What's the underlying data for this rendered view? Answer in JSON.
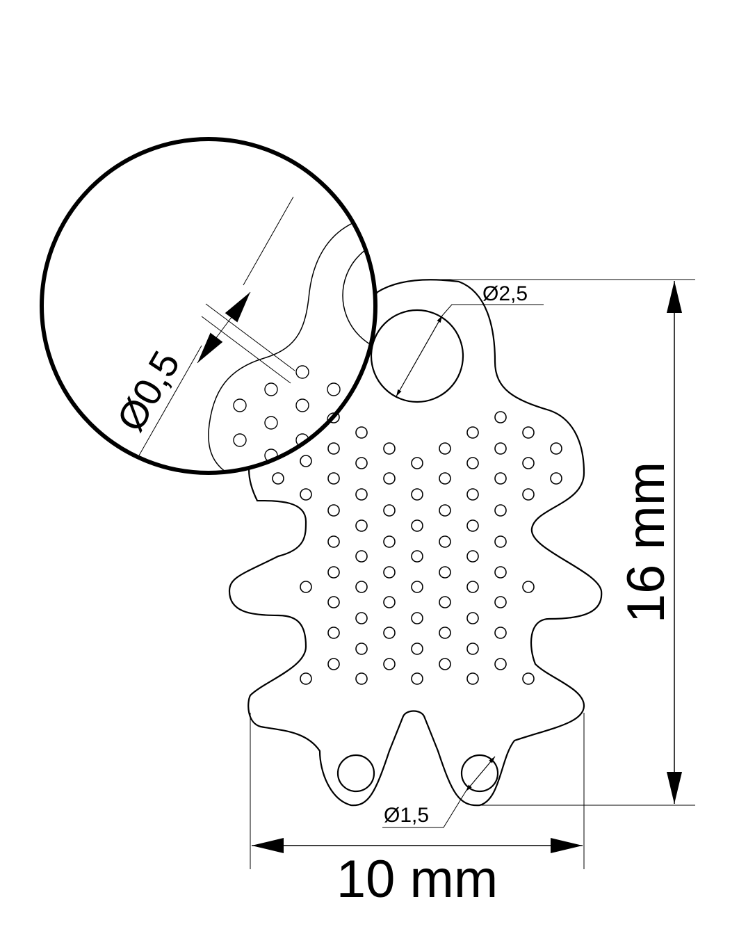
{
  "drawing": {
    "dimensions": {
      "height_label": "16 mm",
      "width_label": "10 mm",
      "top_hole_label": "Ø2,5",
      "bottom_hole_label": "Ø1,5",
      "detail_hole_label": "Ø0,5"
    },
    "colors": {
      "line": "#000000",
      "background": "#ffffff"
    }
  }
}
